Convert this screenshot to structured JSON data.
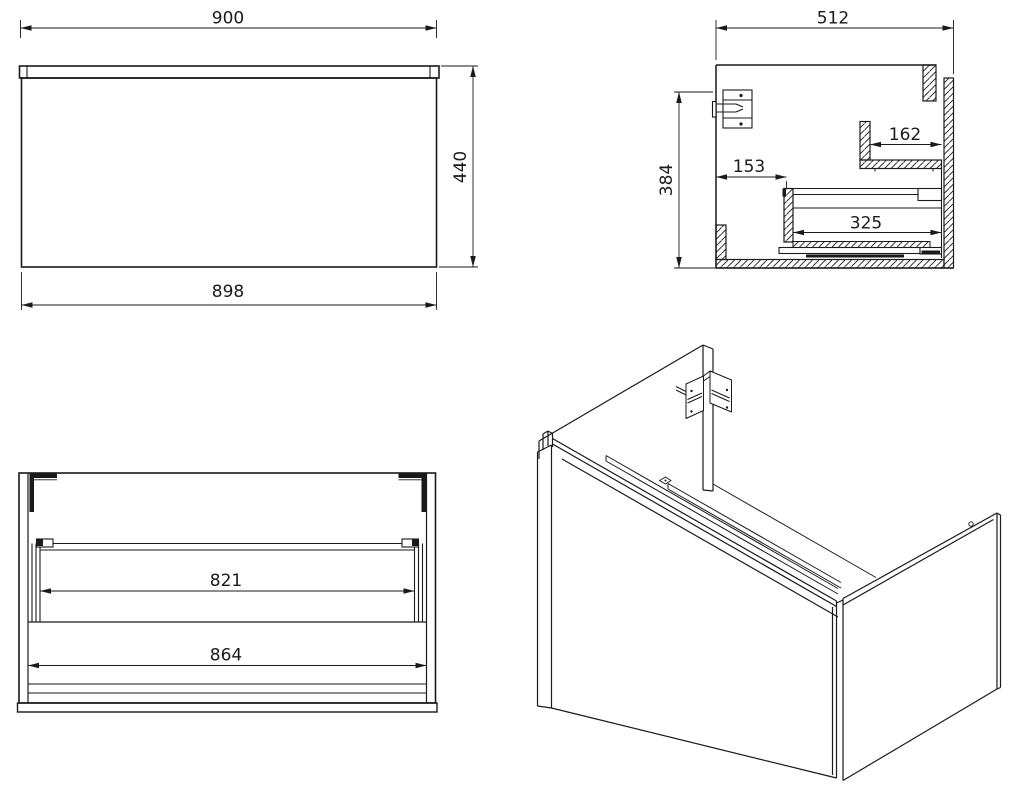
{
  "drawing": {
    "kind": "technical drawing",
    "subject": "wall-hung vanity drawer cabinet shown in four orthographic and isometric views",
    "background_color": "#ffffff",
    "line_color": "#1a1a1a",
    "views": {
      "front_view": {
        "label": "front view",
        "dimensions": {
          "overall_width": "900",
          "overall_height": "440",
          "body_width": "898"
        }
      },
      "side_section_view": {
        "label": "side section view",
        "dimensions": {
          "overall_depth": "512",
          "hanger_height": "384",
          "back_to_drawer": "153",
          "shelf_recess_depth": "162",
          "drawer_inner_depth": "325"
        }
      },
      "interior_front_view": {
        "label": "interior front view",
        "dimensions": {
          "drawer_clear_width": "821",
          "carcass_inner_width": "864"
        }
      },
      "isometric_view": {
        "label": "isometric view"
      }
    }
  }
}
